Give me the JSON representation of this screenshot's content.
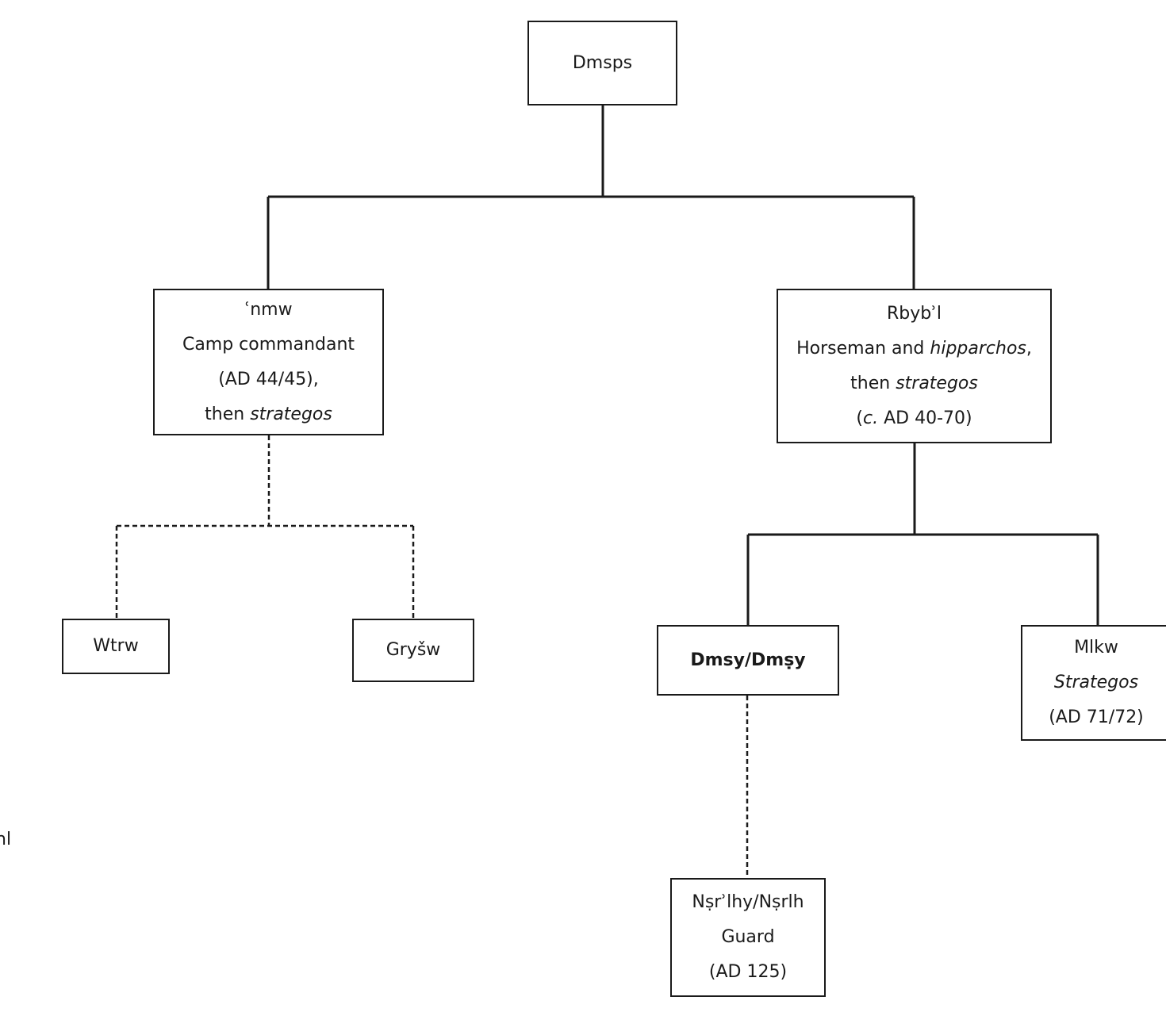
{
  "nodes": {
    "dmsps": {
      "name": "Dmsps"
    },
    "nmw": {
      "name": "ʿnmw",
      "role": "Camp commandant",
      "date": "(AD 44/45),",
      "later_prefix": "then ",
      "later_title": "strategos"
    },
    "rbybl": {
      "name": "Rbybʾl",
      "role_prefix": "Horseman and ",
      "role_title": "hipparchos",
      "role_suffix": ",",
      "later_prefix": "then ",
      "later_title": "strategos",
      "date_prefix": "(",
      "date_circa": "c.",
      "date_rest": " AD 40-70)"
    },
    "wtrw": {
      "name": "Wtrw"
    },
    "grysw": {
      "name": "Gryšw"
    },
    "dmsy": {
      "name": "Dmsy/Dmṣy"
    },
    "mlkw": {
      "name": "Mlkw",
      "role": "Strategos",
      "date": "(AD 71/72)"
    },
    "nsrlhy": {
      "name": "Nṣrʾlhy/Nṣrlh",
      "role": "Guard",
      "date": "(AD 125)"
    }
  },
  "edges": [
    {
      "from": "dmsps",
      "to": "nmw",
      "style": "solid"
    },
    {
      "from": "dmsps",
      "to": "rbybl",
      "style": "solid"
    },
    {
      "from": "nmw",
      "to": "wtrw",
      "style": "dashed"
    },
    {
      "from": "nmw",
      "to": "grysw",
      "style": "dashed"
    },
    {
      "from": "rbybl",
      "to": "dmsy",
      "style": "solid"
    },
    {
      "from": "rbybl",
      "to": "mlkw",
      "style": "solid"
    },
    {
      "from": "dmsy",
      "to": "nsrlhy",
      "style": "dashed"
    }
  ],
  "margin_fragment": "nl",
  "colors": {
    "line": "#1a1a1a",
    "background": "#ffffff"
  }
}
